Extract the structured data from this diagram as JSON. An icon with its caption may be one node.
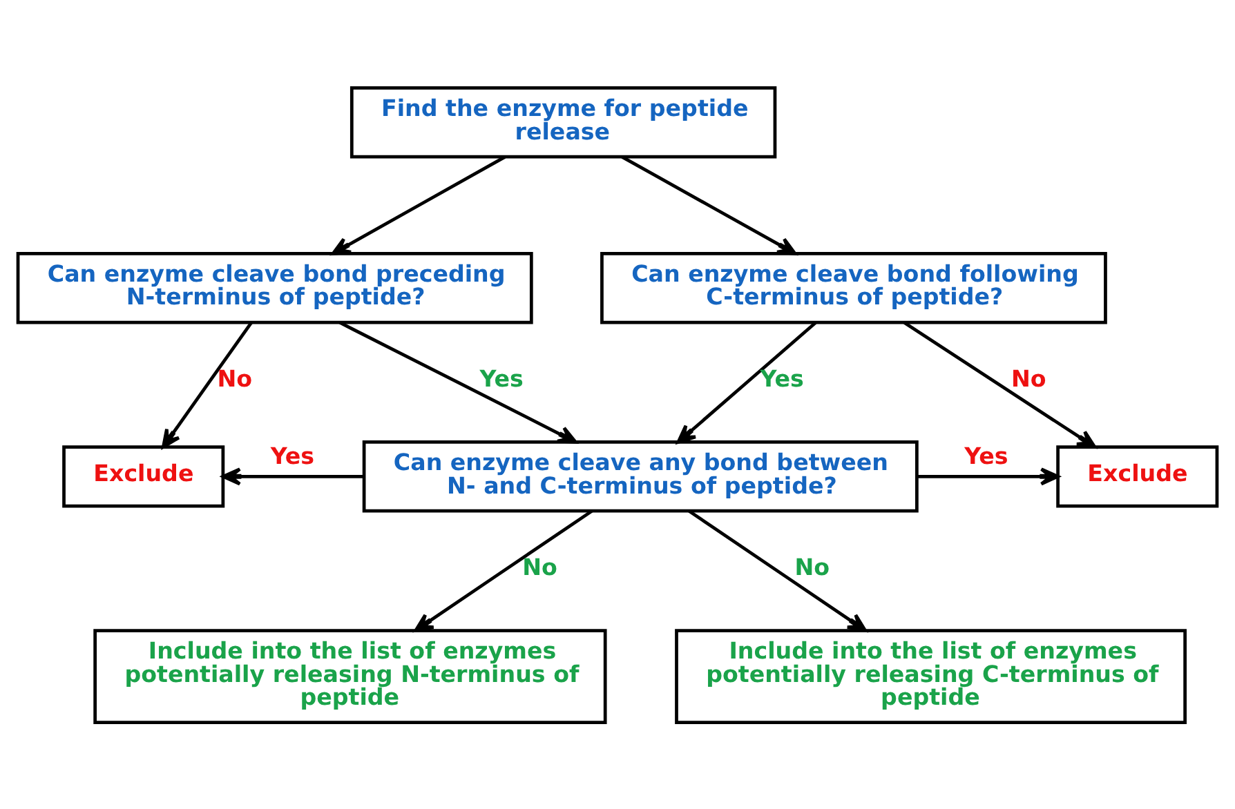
{
  "diagram": {
    "nodes": [
      {
        "text": [
          "Find the enzyme for peptide release"
        ]
      },
      {
        "text": [
          "Can enzyme cleave bond preceding N-terminus of peptide?"
        ]
      },
      {
        "text": [
          "Can enzyme cleave bond following C-terminus of peptide?"
        ]
      },
      {
        "text": [
          "Exclude"
        ]
      },
      {
        "text": [
          "Can enzyme cleave any bond between N- and C-terminus of peptide?"
        ]
      },
      {
        "text": [
          "Exclude"
        ]
      },
      {
        "text": [
          "Include into the list of enzymes potentially releasing N-terminus of peptide"
        ]
      },
      {
        "text": [
          "Include into the list of enzymes potentially releasing C-terminus of peptide"
        ]
      }
    ],
    "edges": [
      {
        "from": 0,
        "to": 1,
        "arrow": "to"
      },
      {
        "from": 0,
        "to": 2,
        "arrow": "to"
      },
      {
        "from": 1,
        "to": 3,
        "arrow": "to",
        "label": "No"
      },
      {
        "from": 1,
        "to": 4,
        "arrow": "to",
        "label": "Yes"
      },
      {
        "from": 2,
        "to": 4,
        "arrow": "to",
        "label": "Yes"
      },
      {
        "from": 2,
        "to": 5,
        "arrow": "to",
        "label": "No"
      },
      {
        "from": 4,
        "to": 3,
        "arrow": "to",
        "label": "Yes"
      },
      {
        "from": 4,
        "to": 5,
        "arrow": "to",
        "label": "Yes"
      },
      {
        "from": 4,
        "to": 6,
        "arrow": "to",
        "label": "No"
      },
      {
        "from": 4,
        "to": 7,
        "arrow": "to",
        "label": "No"
      }
    ]
  }
}
